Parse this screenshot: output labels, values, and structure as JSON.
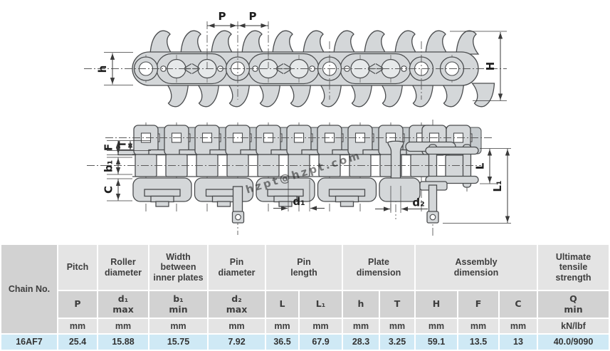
{
  "drawing": {
    "watermark": "hzpt@hzpt.com",
    "labels": {
      "p1": "P",
      "p2": "P",
      "h": "h",
      "H": "H",
      "F": "F",
      "T": "T",
      "b1": "b₁",
      "C": "C",
      "d1": "d₁",
      "d2": "d₂",
      "L": "L",
      "L1": "L₁"
    }
  },
  "table": {
    "chain_no": "Chain No.",
    "groups": [
      "Pitch",
      "Roller diameter",
      "Width between inner plates",
      "Pin diameter",
      "Pin length",
      "Plate dimension",
      "Assembly dimension",
      "Ultimate tensile strength"
    ],
    "symbols": [
      {
        "main": "P",
        "sub": ""
      },
      {
        "main": "d₁",
        "sub": "max"
      },
      {
        "main": "b₁",
        "sub": "min"
      },
      {
        "main": "d₂",
        "sub": "max"
      },
      {
        "main": "L",
        "sub": ""
      },
      {
        "main": "L₁",
        "sub": ""
      },
      {
        "main": "h",
        "sub": ""
      },
      {
        "main": "T",
        "sub": ""
      },
      {
        "main": "H",
        "sub": ""
      },
      {
        "main": "F",
        "sub": ""
      },
      {
        "main": "C",
        "sub": ""
      },
      {
        "main": "Q",
        "sub": "min"
      }
    ],
    "units": [
      "mm",
      "mm",
      "mm",
      "mm",
      "mm",
      "mm",
      "mm",
      "mm",
      "mm",
      "mm",
      "mm",
      "kN/lbf"
    ],
    "row": [
      "16AF7",
      "25.4",
      "15.88",
      "15.75",
      "7.92",
      "36.5",
      "67.9",
      "28.3",
      "3.25",
      "59.1",
      "13.5",
      "13",
      "40.0/9090"
    ]
  },
  "colors": {
    "data_row": "#cfe9f5",
    "header_dark": "#d2d2d2",
    "header_light": "#e4e4e4",
    "part_fill": "#d4d7d9",
    "watermark": "#a6c8df"
  }
}
